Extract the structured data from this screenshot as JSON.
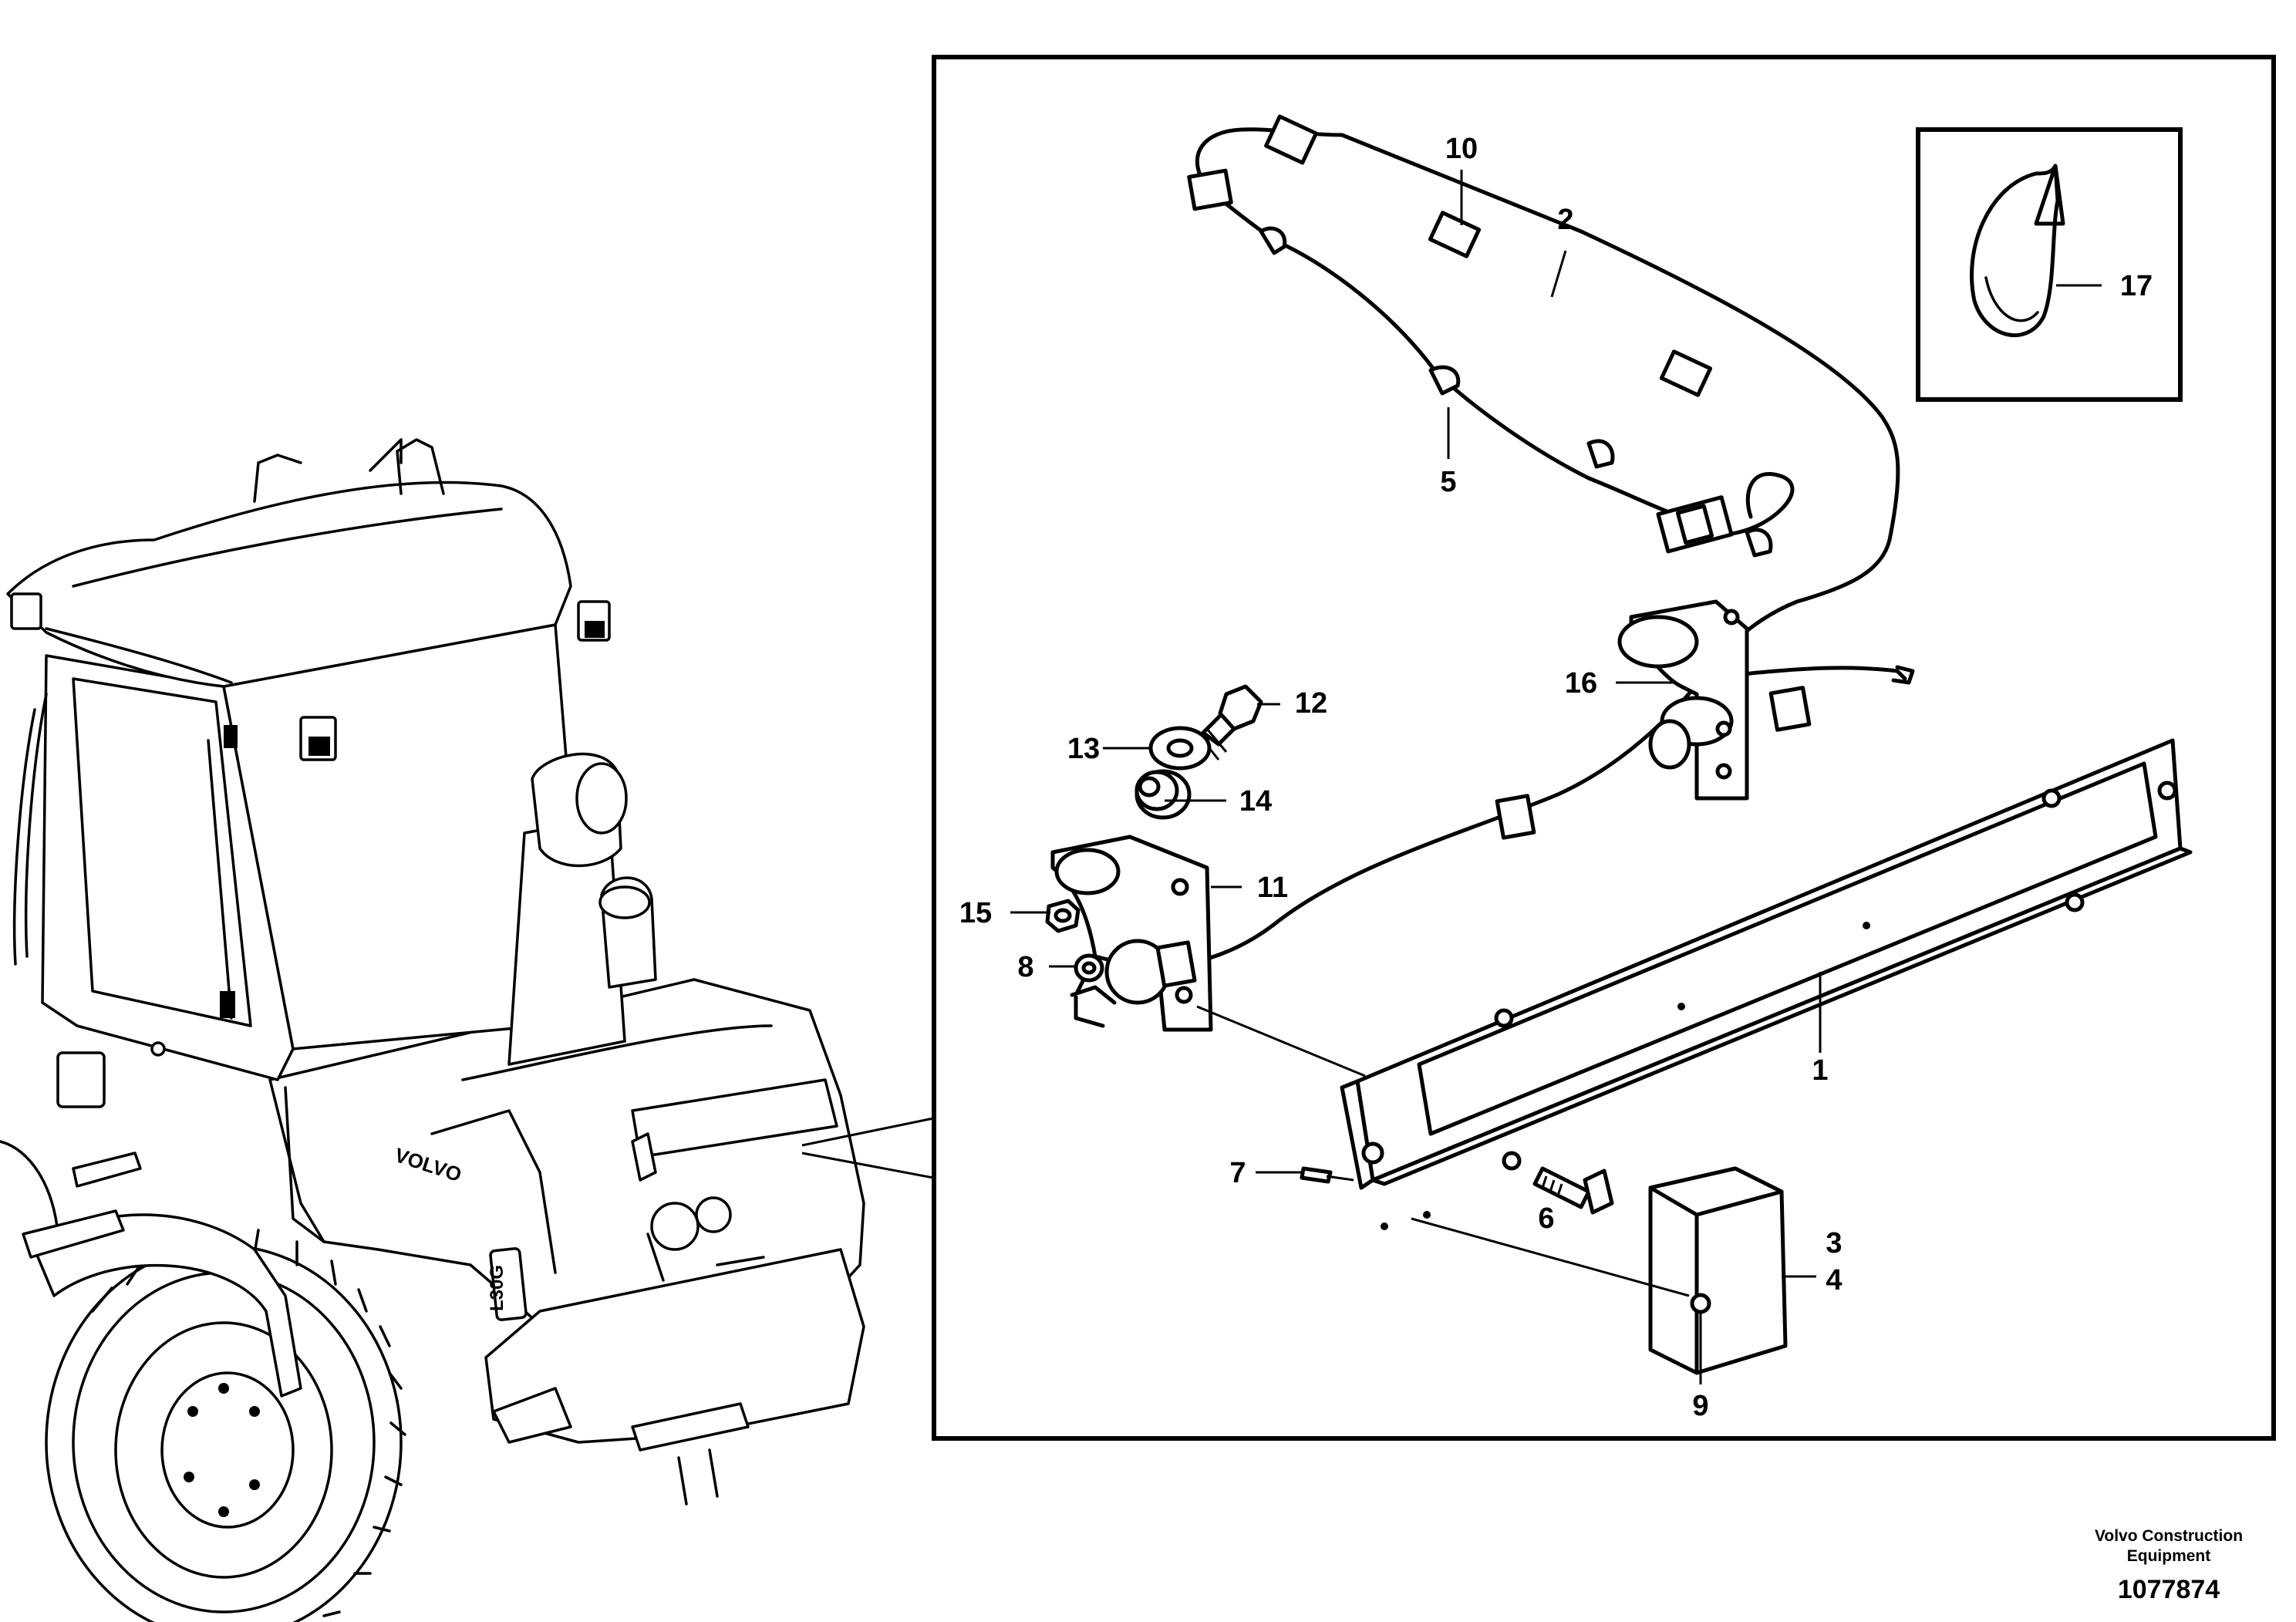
{
  "callouts": [
    {
      "id": "c10",
      "text": "10"
    },
    {
      "id": "c2",
      "text": "2"
    },
    {
      "id": "c17",
      "text": "17"
    },
    {
      "id": "c5",
      "text": "5"
    },
    {
      "id": "c16",
      "text": "16"
    },
    {
      "id": "c12",
      "text": "12"
    },
    {
      "id": "c13",
      "text": "13"
    },
    {
      "id": "c14",
      "text": "14"
    },
    {
      "id": "c11",
      "text": "11"
    },
    {
      "id": "c15",
      "text": "15"
    },
    {
      "id": "c8",
      "text": "8"
    },
    {
      "id": "c1",
      "text": "1"
    },
    {
      "id": "c7",
      "text": "7"
    },
    {
      "id": "c6",
      "text": "6"
    },
    {
      "id": "c3",
      "text": "3"
    },
    {
      "id": "c4",
      "text": "4"
    },
    {
      "id": "c9",
      "text": "9"
    }
  ],
  "machine_markings": {
    "brand_on_hood": "VOLVO",
    "model_badge": "L30G"
  },
  "footer": {
    "company_line1": "Volvo Construction",
    "company_line2": "Equipment",
    "drawing_number": "1077874"
  }
}
